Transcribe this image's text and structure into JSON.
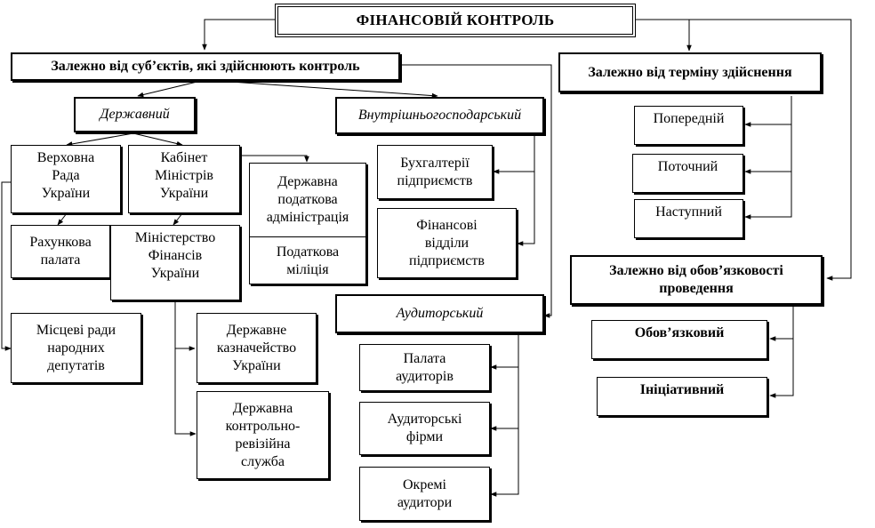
{
  "title": "ФІНАНСОВІЙ КОНТРОЛЬ",
  "by_subject": {
    "label": "Залежно від суб’єктів, які здійснюють контроль",
    "state": {
      "label": "Державний",
      "verkhovna_rada": "Верховна\nРада\nУкраїни",
      "rakhunkova_palata": "Рахункова\nпалата",
      "kabinet": "Кабінет\nМіністрів\nУкраїни",
      "minfin": "Міністерство\nФінансів\nУкраїни",
      "tax_admin": "Державна\nподаткова\nадміністрація",
      "tax_police": "Податкова\nміліція",
      "local_councils": "Місцеві ради\nнародних\nдепутатів",
      "treasury": "Державне\nказначейство\nУкраїни",
      "audit_service": "Державна\nконтрольно-\nревізійна\nслужба"
    },
    "internal": {
      "label": "Внутрішньогосподарський",
      "accounting": "Бухгалтерії\nпідприємств",
      "finance_depts": "Фінансові\nвідділи\nпідприємств"
    },
    "auditor": {
      "label": "Аудиторський",
      "chamber": "Палата\nаудиторів",
      "firms": "Аудиторські\nфірми",
      "individuals": "Окремі\nаудитори"
    }
  },
  "by_time": {
    "label": "Залежно від терміну здійснення",
    "items": [
      "Попередній",
      "Поточний",
      "Наступний"
    ]
  },
  "by_obligation": {
    "label": "Залежно від обов’язковості\nпроведення",
    "items": [
      "Обов’язковий",
      "Ініціативний"
    ]
  }
}
